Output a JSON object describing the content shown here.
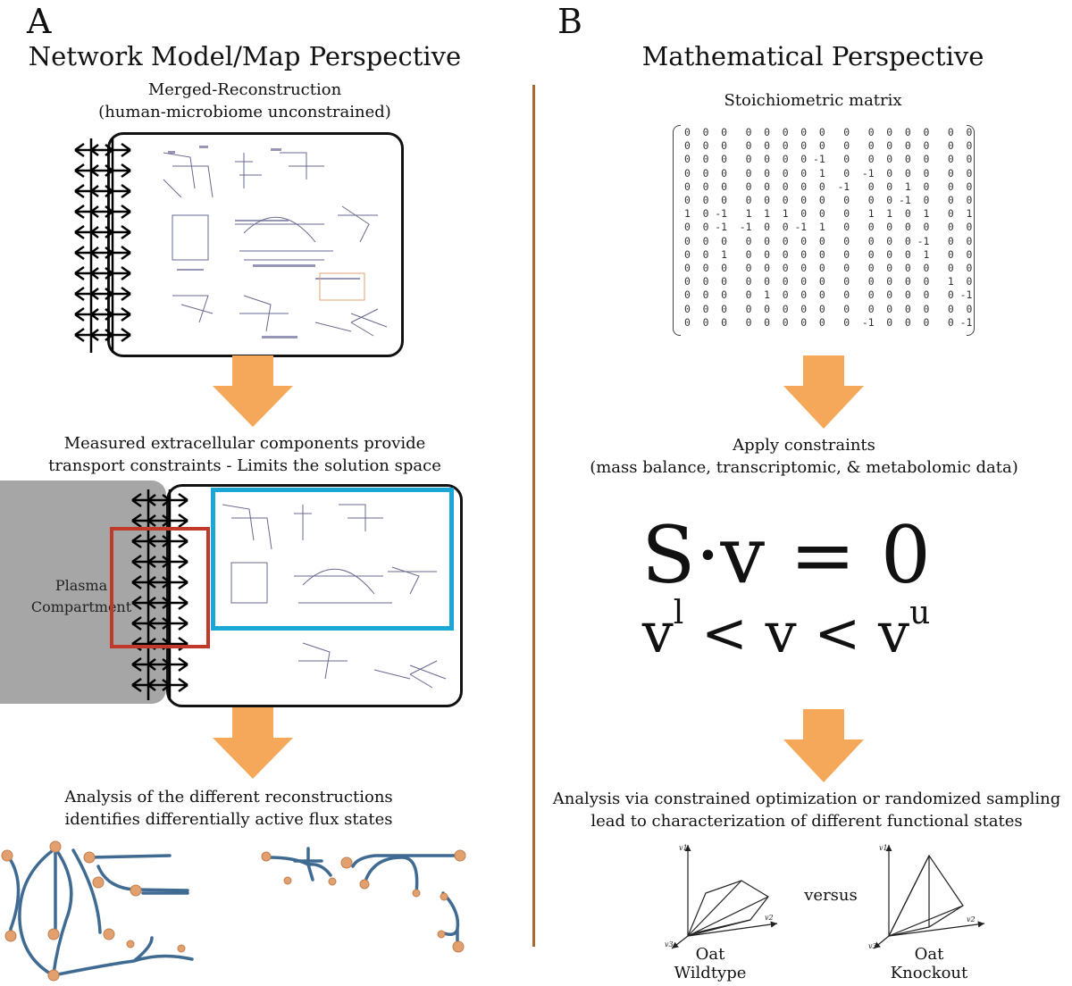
{
  "panel_a": {
    "letter": "A",
    "title": "Network Model/Map Perspective",
    "caption1": [
      "Merged-Reconstruction",
      "(human-microbiome unconstrained)"
    ],
    "caption2": [
      "Measured extracellular components provide",
      "transport constraints - Limits the solution space"
    ],
    "plasma_label": [
      "Plasma",
      "Compartment"
    ],
    "caption3": [
      "Analysis of the different reconstructions",
      "identifies differentially active flux states"
    ]
  },
  "panel_b": {
    "letter": "B",
    "title": "Mathematical Perspective",
    "matrix_caption": "Stoichiometric matrix",
    "matrix_rows": [
      "0  0  0   0  0  0  0  0   0   0  0  0  0   0  0",
      "0  0  0   0  0  0  0  0   0   0  0  0  0   0  0",
      "0  0  0   0  0  0  0 -1   0   0  0  0  0   0  0",
      "0  0  0   0  0  0  0  1   0  -1  0  0  0   0  0",
      "0  0  0   0  0  0  0  0  -1   0  0  1  0   0  0",
      "0  0  0   0  0  0  0  0   0   0  0 -1  0   0  0",
      "1  0 -1   1  1  1  0  0   0   1  1  0  1   0  1",
      "0  0 -1  -1  0  0 -1  1   0   0  0  0  0   0  0",
      "0  0  0   0  0  0  0  0   0   0  0  0 -1   0  0",
      "0  0  1   0  0  0  0  0   0   0  0  0  1   0  0",
      "0  0  0   0  0  0  0  0   0   0  0  0  0   0  0",
      "0  0  0   0  0  0  0  0   0   0  0  0  0   1  0",
      "0  0  0   0  1  0  0  0   0   0  0  0  0   0 -1",
      "0  0  0   0  0  0  0  0   0   0  0  0  0   0  0",
      "0  0  0   0  0  0  0  0   0  -1  0  0  0   0 -1"
    ],
    "constraints_caption": [
      "Apply constraints",
      "(mass balance, transcriptomic, & metabolomic data)"
    ],
    "equation": "S·v = 0",
    "bound_left": "v",
    "bound_left_sup": "l",
    "bound_mid": " < v < ",
    "bound_right": "v",
    "bound_right_sup": "u",
    "analysis_caption": [
      "Analysis via constrained optimization or randomized sampling",
      "lead to characterization of different functional states"
    ],
    "versus": "versus",
    "left_plot_label": [
      "Oat",
      "Wildtype"
    ],
    "right_plot_label": [
      "Oat",
      "Knockout"
    ],
    "axis_labels": [
      "v1",
      "v2",
      "v3"
    ]
  },
  "colors": {
    "arrow": "#f6a85a",
    "divider": "#a86a2c",
    "highlight_blue": "#1aa7d6",
    "highlight_red": "#c0392b",
    "plasma": "#a6a6a6",
    "flux": "#3f6a92",
    "node": "#e3a06f"
  }
}
